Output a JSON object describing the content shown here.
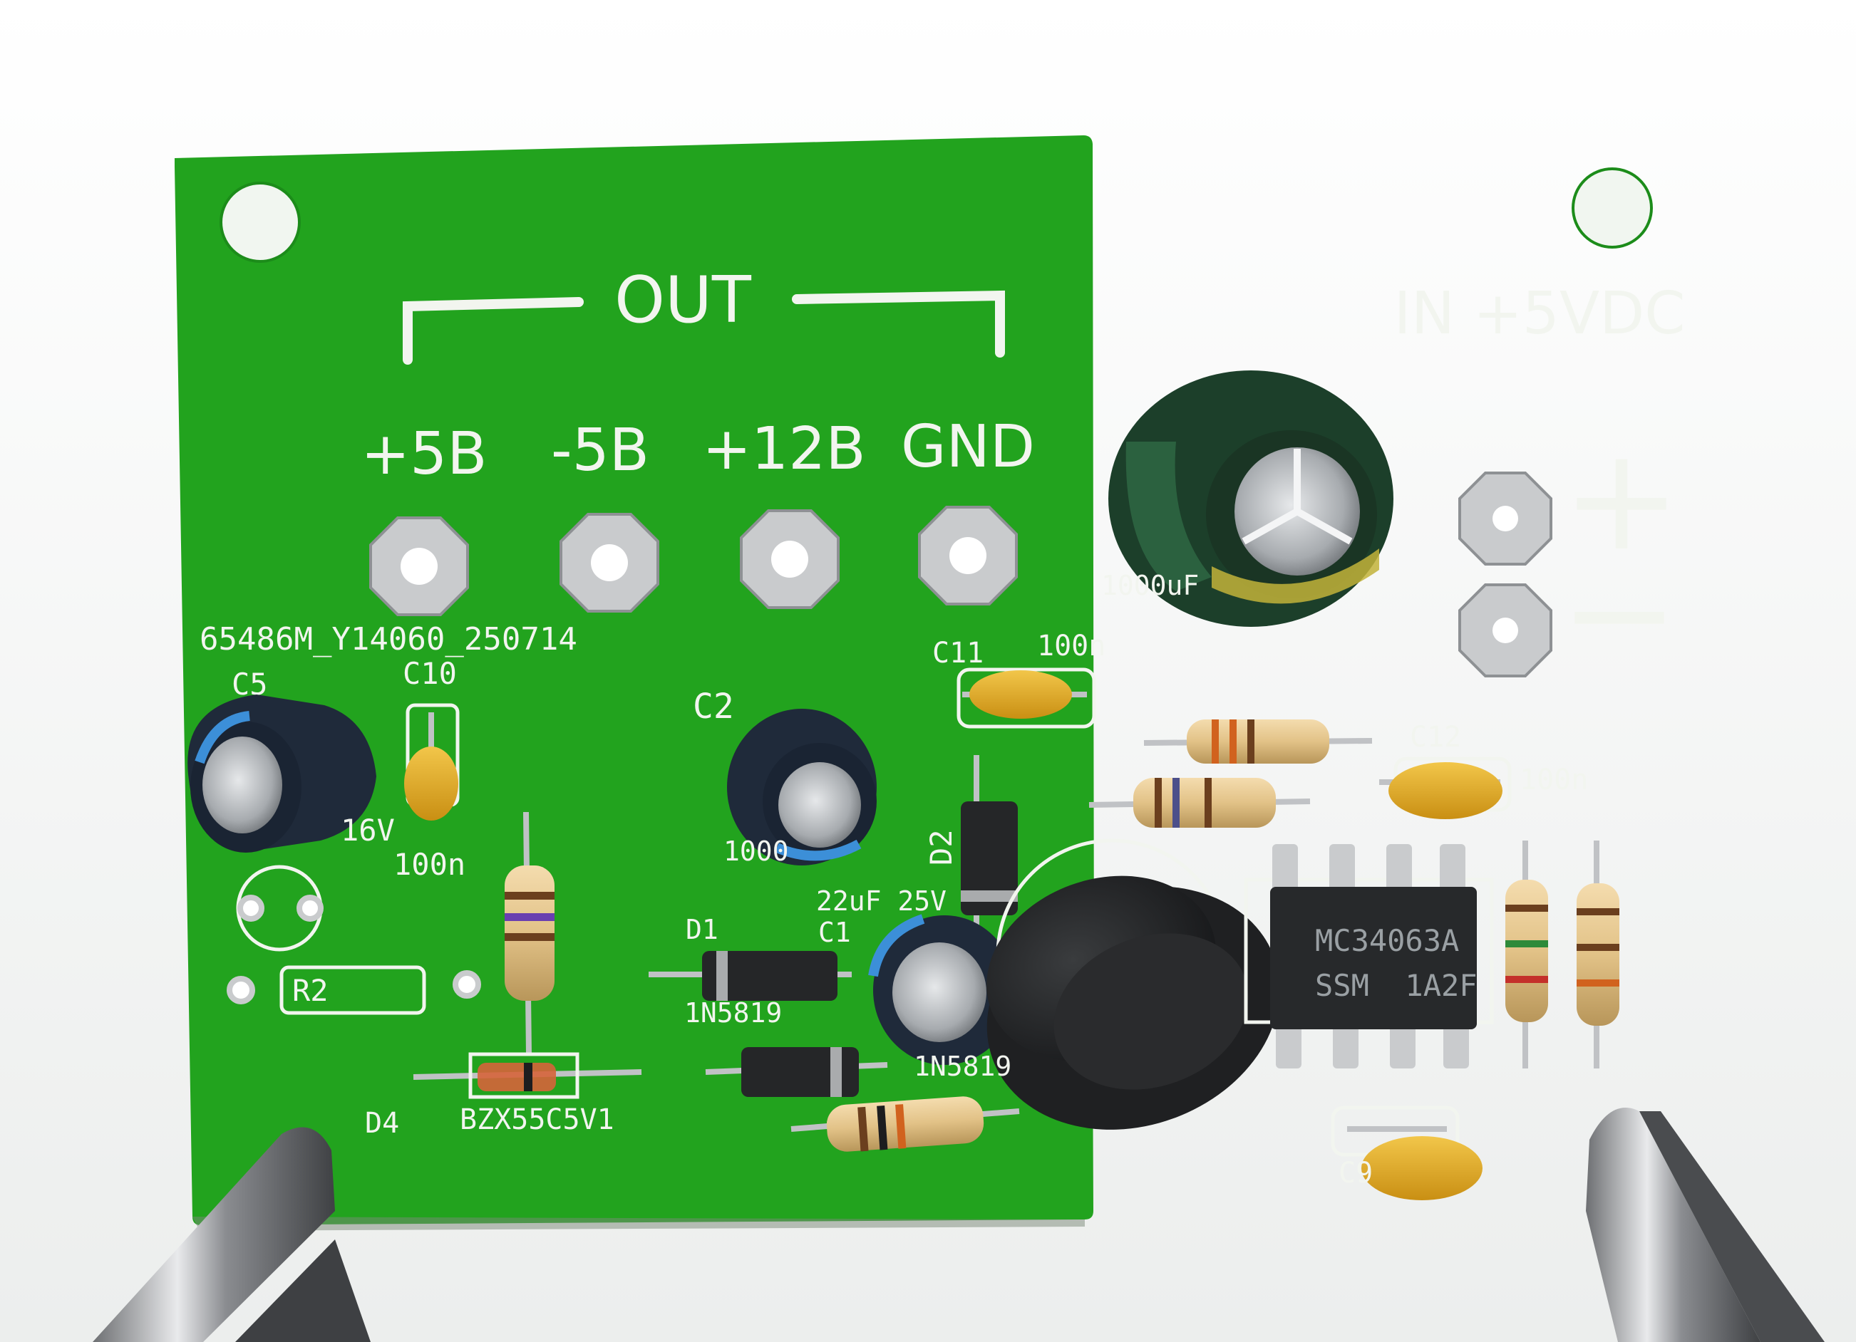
{
  "board": {
    "board_id": "65486M_Y14060_250714",
    "out_label": "OUT",
    "in_label": "IN +5VDC",
    "terminals": [
      "+5B",
      "-5B",
      "+12B",
      "GND"
    ],
    "plus_symbol": "+",
    "minus_symbol": "−"
  },
  "components": {
    "c5": "C5",
    "c5_voltage": "16V",
    "c10": "C10",
    "c10_value": "100n",
    "c2": "C2",
    "c2_value": "1000",
    "c11": "C11",
    "c11_value": "100n",
    "c12": "C12",
    "c12_value": "100n",
    "c1": "C1",
    "c1_value": "22uF 25V",
    "c9": "C9",
    "cap_main_value": "1000uF",
    "d1": "D1",
    "d1_part": "1N5819",
    "d2": "D2",
    "d3_part": "1N5819",
    "d4": "D4",
    "d4_part": "BZX55C5V1",
    "r2": "R2",
    "ic_line1": "MC34063A",
    "ic_line2": "SSM  1A2F"
  },
  "colors": {
    "pcb": "#22a31e",
    "silk": "#f2f5ef",
    "pad": "#c9cbcd",
    "ceramic_cap": "#e8b22a",
    "electrolytic_blue": "#1f2a3a",
    "electrolytic_green": "#1e4a30"
  }
}
